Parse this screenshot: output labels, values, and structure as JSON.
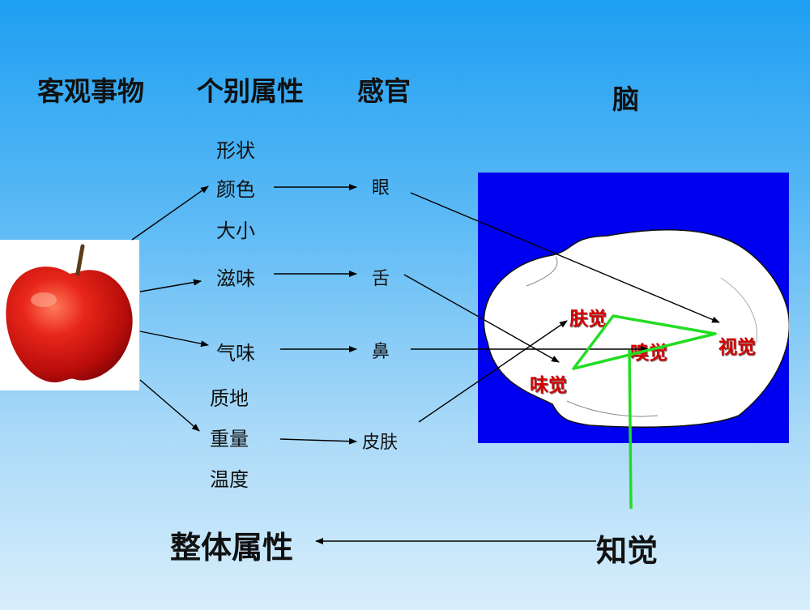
{
  "headers": {
    "objective": "客观事物",
    "attributes": "个别属性",
    "senses": "感官",
    "brain": "脑"
  },
  "attributes": {
    "shape": "形状",
    "color": "颜色",
    "size": "大小",
    "taste": "滋味",
    "smell": "气味",
    "texture": "质地",
    "weight": "重量",
    "temperature": "温度"
  },
  "senses": {
    "eye": "眼",
    "tongue": "舌",
    "nose": "鼻",
    "skin": "皮肤"
  },
  "brain_areas": {
    "touch": "肤觉",
    "smell": "嗅觉",
    "vision": "视觉",
    "taste": "味觉"
  },
  "bottom": {
    "whole": "整体属性",
    "perception": "知觉"
  },
  "colors": {
    "brain_bg": "#0000f0",
    "brain_label": "#d40000",
    "green_link": "#22dd22"
  }
}
